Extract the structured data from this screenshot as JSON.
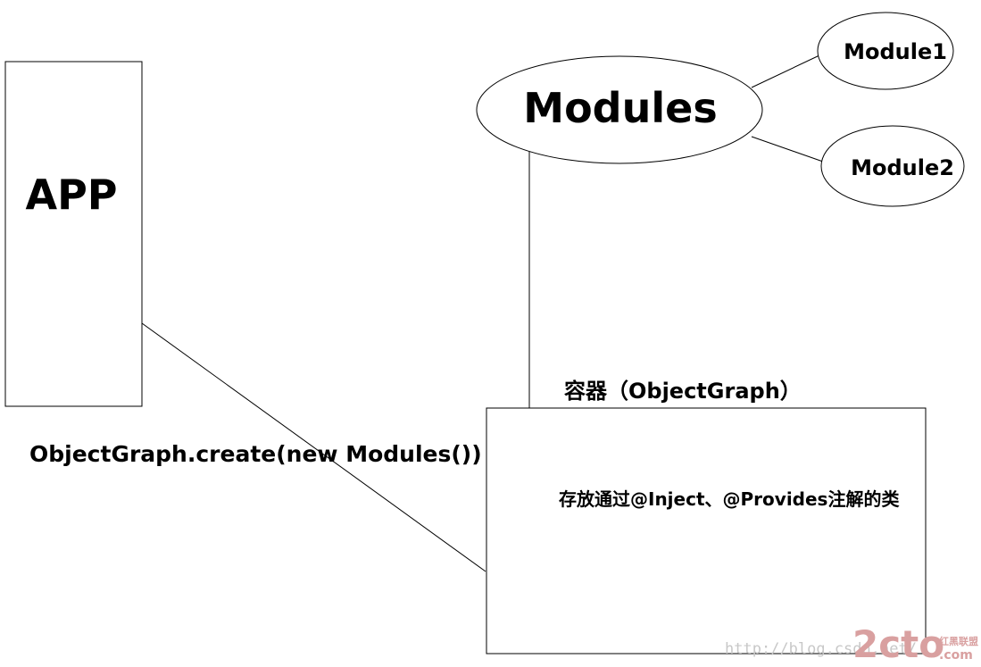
{
  "diagram": {
    "app_label": "APP",
    "modules_label": "Modules",
    "module1_label": "Module1",
    "module2_label": "Module2",
    "container_title": "容器（ObjectGraph）",
    "container_text": "存放通过@Inject、@Provides注解的类",
    "create_call": "ObjectGraph.create(new Modules())"
  },
  "watermark": {
    "url": "http://blog.csdn.net/",
    "logo": "2cto",
    "logo_sub": "红黑联盟",
    "logo_domain": ".com"
  }
}
